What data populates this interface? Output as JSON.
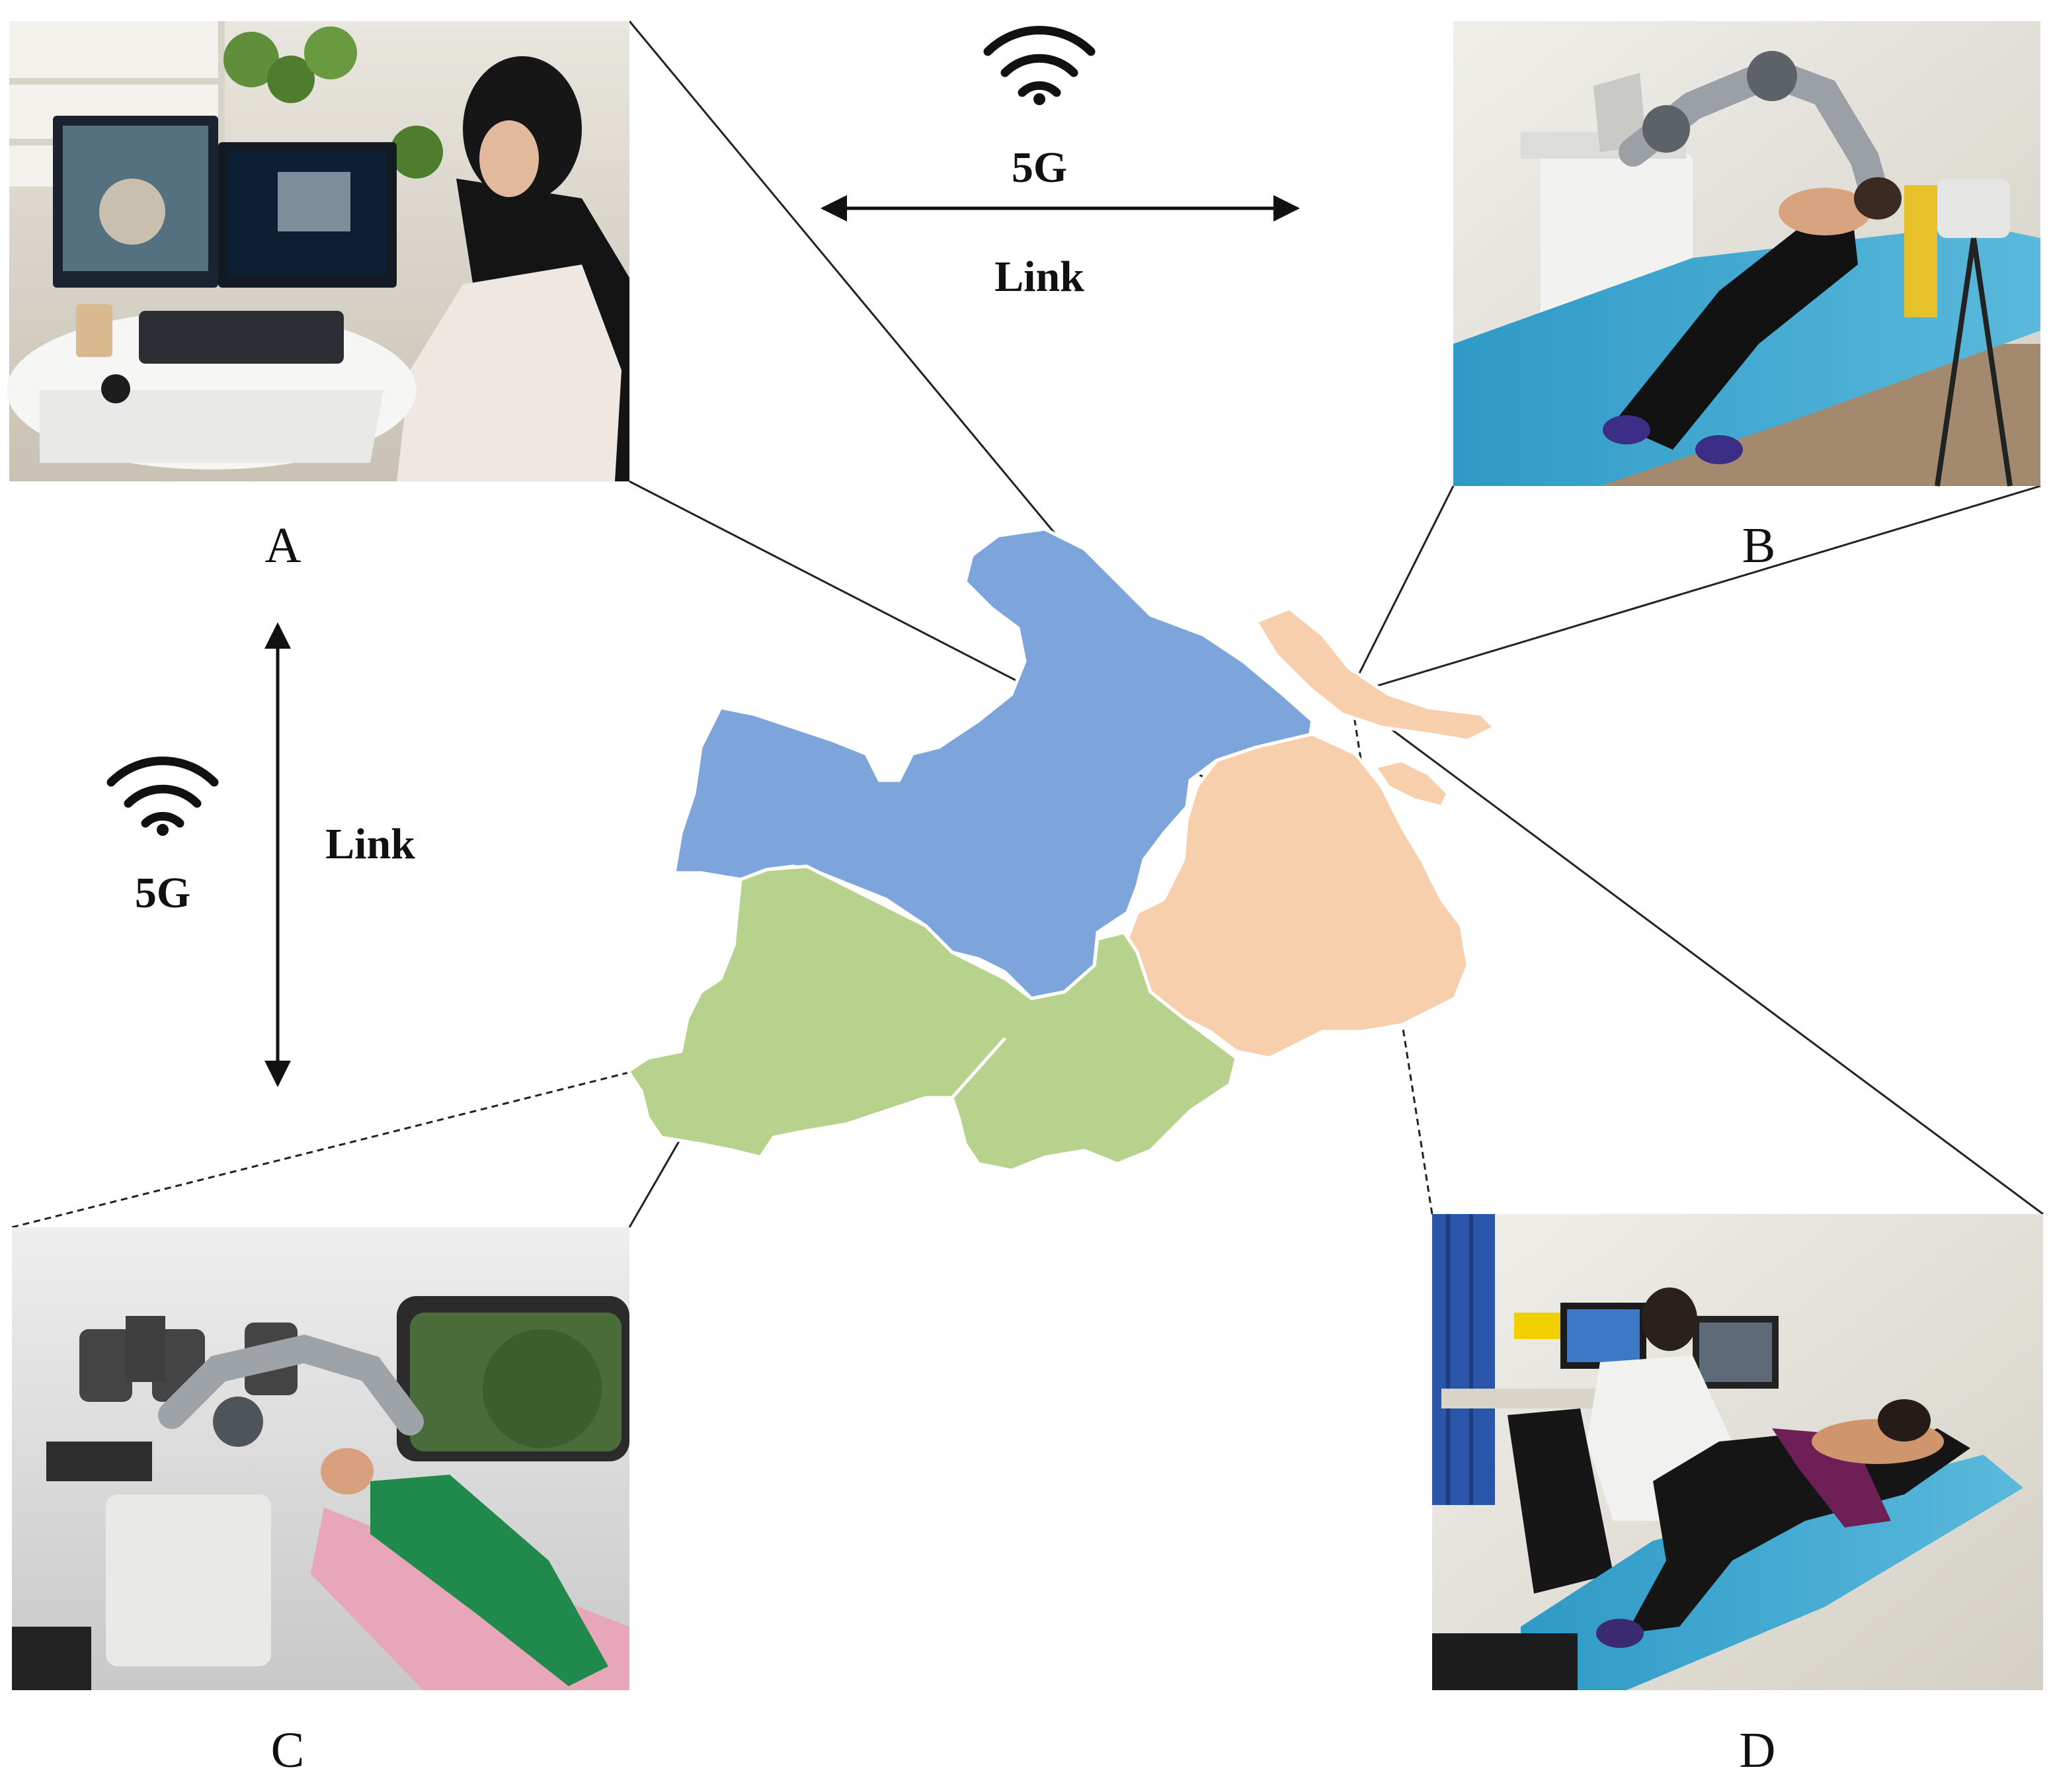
{
  "colors": {
    "north_region": "#7ea5db",
    "center_region": "#f8cfad",
    "south_region": "#b6d28c",
    "connector": "#222222"
  },
  "panels": [
    {
      "id": "A",
      "label": "A",
      "scene": "remote-operator-workstation"
    },
    {
      "id": "B",
      "label": "B",
      "scene": "robotic-ultrasound-exam-room"
    },
    {
      "id": "C",
      "label": "C",
      "scene": "robotic-ultrasound-mobile-vehicle"
    },
    {
      "id": "D",
      "label": "D",
      "scene": "manual-ultrasound-exam-room"
    }
  ],
  "links": {
    "horizontal": {
      "top_text": "5G",
      "bottom_text": "Link",
      "icon": "wifi-icon"
    },
    "vertical": {
      "side_text": "Link",
      "icon_text": "5G",
      "icon": "wifi-icon"
    }
  },
  "map": {
    "regions": [
      {
        "name": "north",
        "color_key": "north_region"
      },
      {
        "name": "center",
        "color_key": "center_region"
      },
      {
        "name": "south",
        "color_key": "south_region"
      }
    ]
  }
}
